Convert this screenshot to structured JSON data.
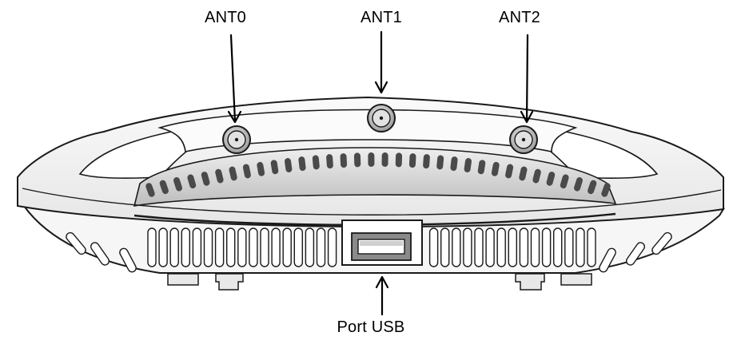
{
  "labels": {
    "ant0": "ANT0",
    "ant1": "ANT1",
    "ant2": "ANT2",
    "usb": "Port USB"
  },
  "colors": {
    "outline": "#1a1a1a",
    "body_fill": "#f4f4f4",
    "body_shade": "#d9d9d9",
    "slot_fill": "#555555",
    "connector_fill": "#cfcfcf"
  }
}
